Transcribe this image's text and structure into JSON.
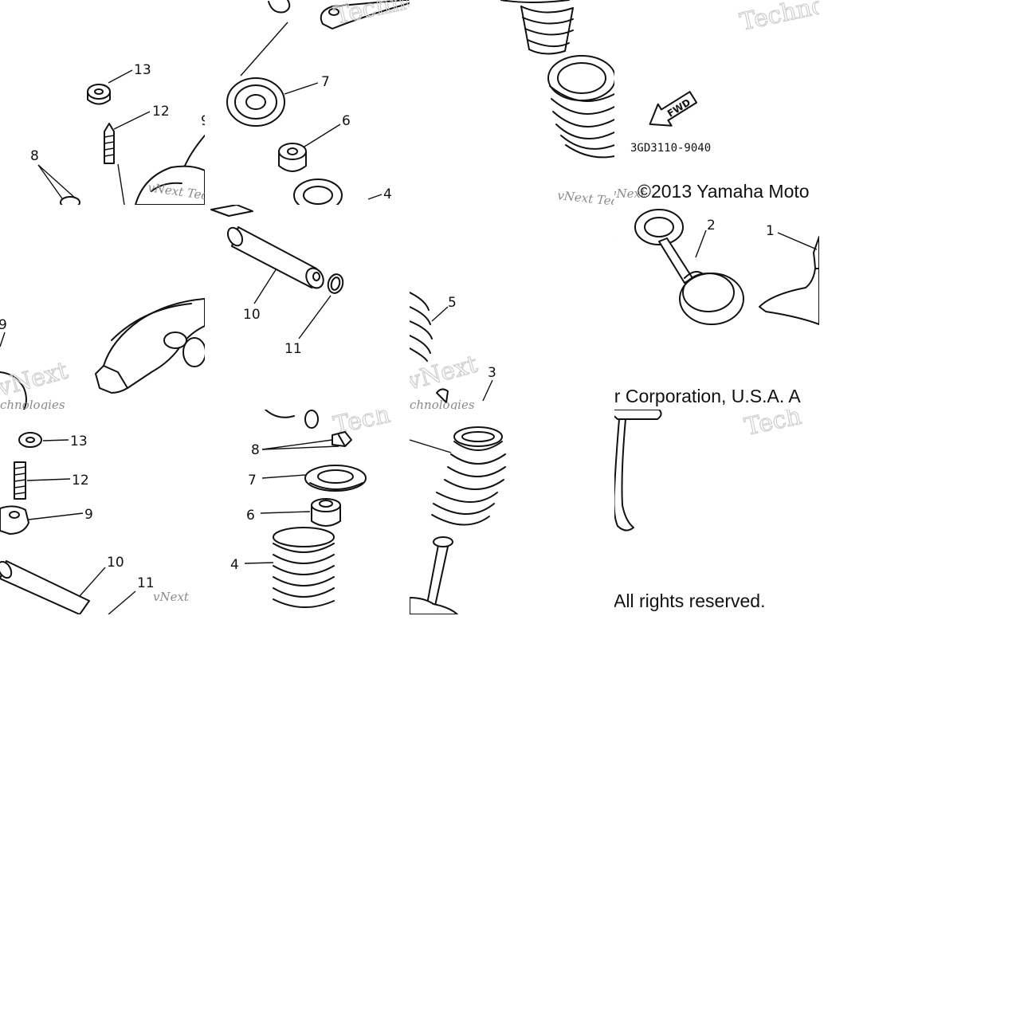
{
  "callouts": {
    "n1": "1",
    "n2": "2",
    "n3": "3",
    "n4": "4",
    "n5": "5",
    "n6": "6",
    "n7": "7",
    "n8": "8",
    "n9": "9",
    "n10": "10",
    "n11": "11",
    "n12": "12",
    "n13": "13"
  },
  "fwd_label": "FWD",
  "diagram_code": "3GD3110-9040",
  "copyright": {
    "part1": "©2013 Yamaha Moto",
    "part2": "or Corporation, U.S.A. A",
    "part3": "All rights reserved."
  },
  "watermark": {
    "vnext": "vNext",
    "vnext_tech": "vNext Tec",
    "techno": "Techno",
    "tech": "Tech",
    "technologies": "chnologies"
  }
}
